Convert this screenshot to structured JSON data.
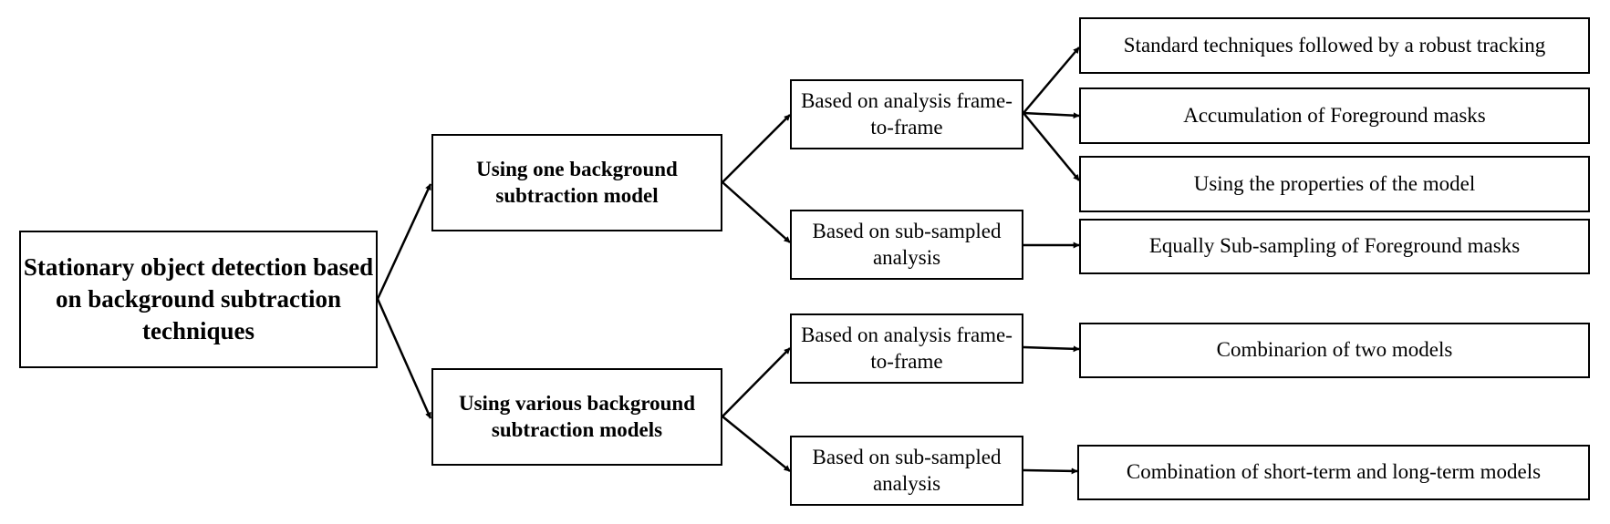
{
  "root": {
    "label": "Stationary object detection based on background subtraction techniques"
  },
  "branches": [
    {
      "label": "Using one background subtraction model",
      "methods": [
        {
          "label": "Based on analysis frame-to-frame",
          "techniques": [
            "Standard techniques followed by a robust tracking",
            "Accumulation of Foreground masks",
            "Using the properties of the model"
          ]
        },
        {
          "label": "Based on sub-sampled analysis",
          "techniques": [
            "Equally Sub-sampling of Foreground masks"
          ]
        }
      ]
    },
    {
      "label": "Using various background subtraction models",
      "methods": [
        {
          "label": "Based on analysis frame-to-frame",
          "techniques": [
            "Combinarion of two models"
          ]
        },
        {
          "label": "Based on sub-sampled analysis",
          "techniques": [
            "Combination of short-term and long-term models"
          ]
        }
      ]
    }
  ]
}
